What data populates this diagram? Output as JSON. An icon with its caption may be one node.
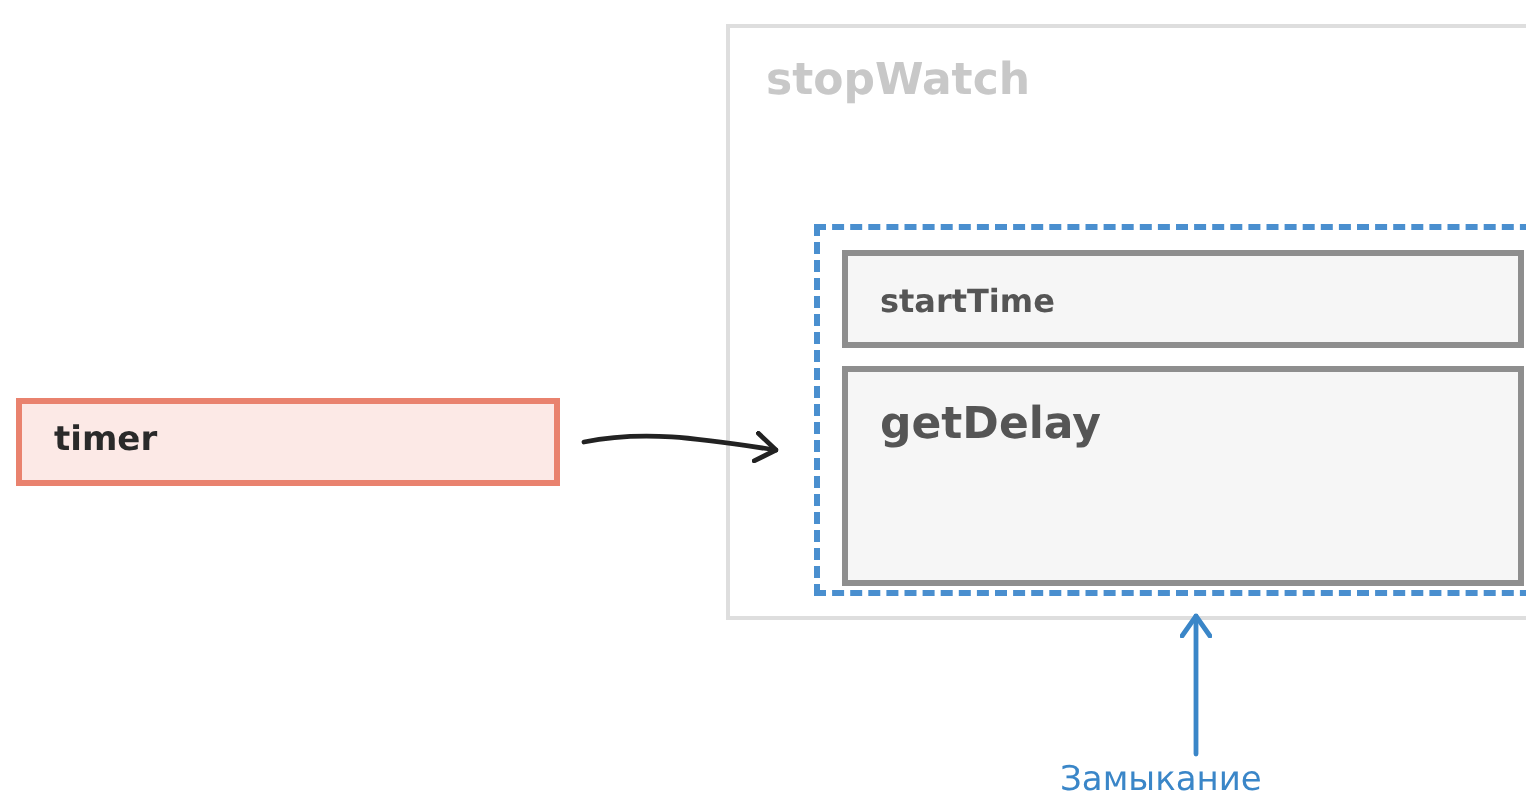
{
  "diagram": {
    "nodes": [
      {
        "text": [
          "timer"
        ]
      },
      {
        "text": [
          "stopWatch"
        ]
      },
      {
        "text": [],
        "shape": "box",
        "in": 1
      },
      {
        "text": [
          "startTime"
        ],
        "in": 2
      },
      {
        "text": [
          "getDelay"
        ],
        "in": 2
      },
      {
        "text": [
          "Замыкание"
        ]
      }
    ],
    "edges": [
      {
        "from": 0,
        "to": 2,
        "arrow": "to"
      },
      {
        "from": 5,
        "to": 2,
        "arrow": "to",
        "color": "#3a86c8"
      }
    ]
  }
}
